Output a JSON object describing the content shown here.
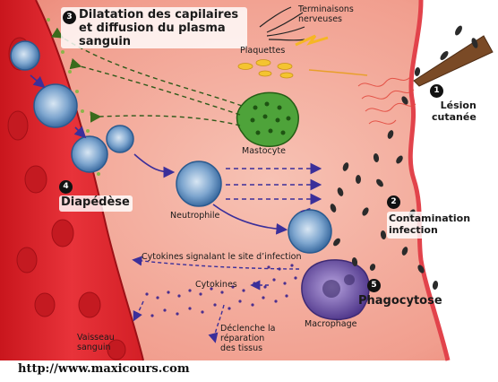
{
  "steps": [
    {
      "num": "1",
      "label": "Lésion\ncutanée"
    },
    {
      "num": "2",
      "label": "Contamination\ninfection"
    },
    {
      "num": "3",
      "label": "Dilatation des capilaires\net diffusion du plasma\nsanguin"
    },
    {
      "num": "4",
      "label": "Diapédèse"
    },
    {
      "num": "5",
      "label": "Phagocytose"
    }
  ],
  "labels": {
    "terminaisons": "Terminaisons\nnerveuses",
    "plaquettes": "Plaquettes",
    "mastocyte": "Mastocyte",
    "neutrophile": "Neutrophile",
    "cytokines_signal": "Cytokines signalant le site d’infection",
    "cytokines": "Cytokines",
    "macrophage": "Macrophage",
    "vaisseau": "Vaisseau\nsanguin",
    "reparation": "Déclenche la\nréparation\ndes tissus"
  },
  "footer": {
    "url": "http://www.maxicours.com"
  },
  "colors": {
    "vessel": "#e3282f",
    "tissue": "#f3a79c",
    "cell": "#3f7ab7",
    "mastocyte": "#3f9a2e",
    "macrophage": "#6b4ea8",
    "arrow": "#3b2f9a",
    "dashed_green": "#2d5a1a"
  }
}
